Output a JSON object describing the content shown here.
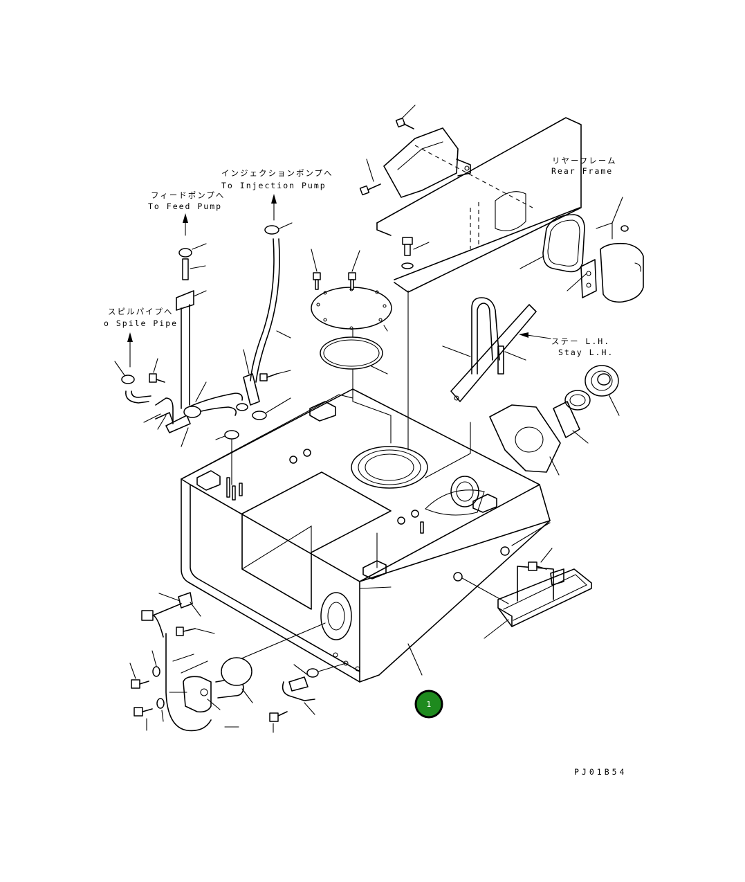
{
  "labels": {
    "injection_pump_jp": "インジェクションポンプへ",
    "injection_pump_en": "To Injection Pump",
    "feed_pump_jp": "フィードポンプへ",
    "feed_pump_en": "To Feed Pump",
    "spile_pipe_jp": "スピルパイプへ",
    "spile_pipe_en": "o Spile Pipe",
    "rear_frame_jp": "リヤーフレーム",
    "rear_frame_en": "Rear Frame",
    "stay_jp": "ステー L.H.",
    "stay_en": "Stay L.H."
  },
  "callout": {
    "number": "1",
    "color": "#1e8a1e",
    "ring_color": "#000000"
  },
  "drawing_code": "PJ01B54"
}
